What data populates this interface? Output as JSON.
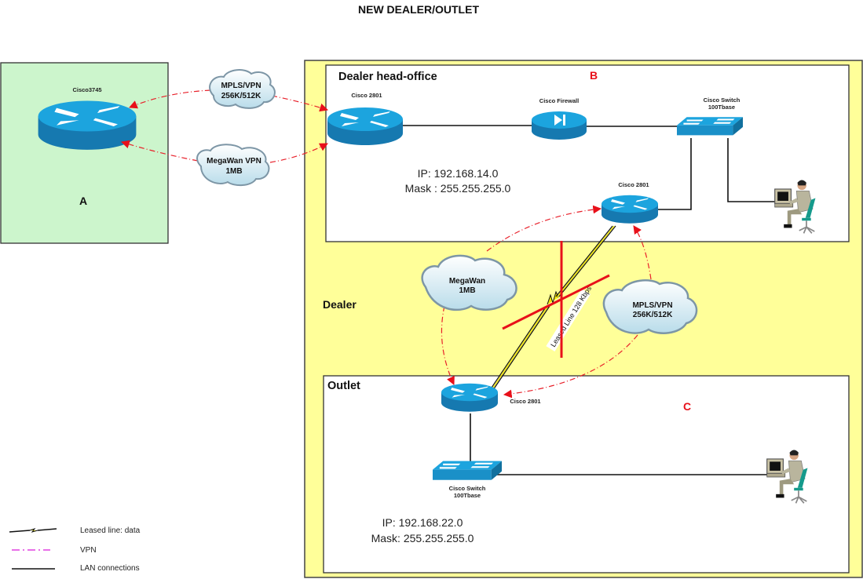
{
  "title": "NEW DEALER/OUTLET",
  "colors": {
    "site_a_bg": "#ccf5cc",
    "dealer_bg": "#ffff99",
    "vpn_line": "#e8202a",
    "lan_line": "#111111",
    "cross_mark": "#e8101a",
    "leased_bolt": "#f2e600",
    "letter_label": "#e8101a",
    "device_blue": "#1aa0dc",
    "legend_vpn": "#e040e0"
  },
  "site_a": {
    "letter": "A",
    "router_label": "Cisco3745"
  },
  "dealer": {
    "label": "Dealer",
    "head_office": {
      "title": "Dealer head-office",
      "letter": "B",
      "router_label": "Cisco 2801",
      "firewall_label": "Cisco Firewall",
      "switch_label_1": "Cisco Switch",
      "switch_label_2": "100Tbase",
      "router2_label": "Cisco 2801",
      "ip": "IP: 192.168.14.0",
      "mask": "Mask : 255.255.255.0"
    },
    "outlet": {
      "title": "Outlet",
      "letter": "C",
      "router_label": "Cisco 2801",
      "switch_label_1": "Cisco Switch",
      "switch_label_2": "100Tbase",
      "ip": "IP: 192.168.22.0",
      "mask": "Mask: 255.255.255.0"
    }
  },
  "clouds": {
    "mpls_top": {
      "line1": "MPLS/VPN",
      "line2": "256K/512K"
    },
    "megawan_top": {
      "line1": "MegaWan VPN",
      "line2": "1MB"
    },
    "megawan_mid": {
      "line1": "MegaWan",
      "line2": "1MB"
    },
    "mpls_mid": {
      "line1": "MPLS/VPN",
      "line2": "256K/512K"
    }
  },
  "leased_line_label": "Leased Line 128 Kbps",
  "legend": {
    "items": [
      {
        "label": "Leased line: data",
        "type": "leased"
      },
      {
        "label": "VPN",
        "type": "vpn"
      },
      {
        "label": "LAN connections",
        "type": "lan"
      }
    ]
  }
}
